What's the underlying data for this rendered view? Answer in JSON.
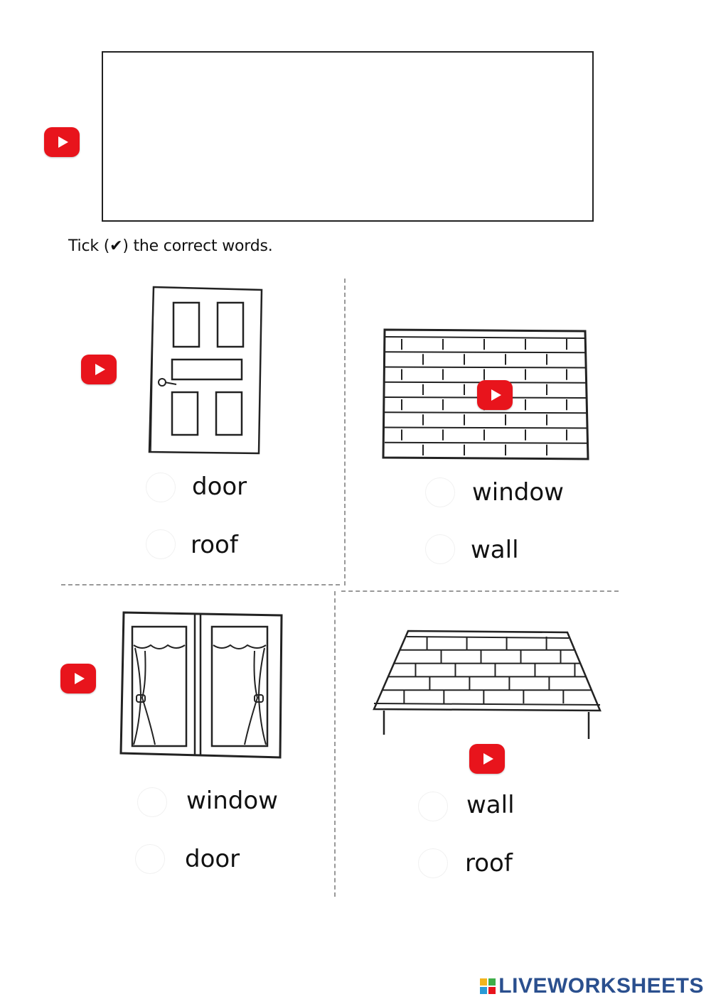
{
  "instruction": {
    "before": "Tick (",
    "mark": "✔",
    "after": ") the correct words."
  },
  "questions": [
    {
      "id": "door",
      "options": [
        "door",
        "roof"
      ]
    },
    {
      "id": "wall",
      "options": [
        "window",
        "wall"
      ]
    },
    {
      "id": "window",
      "options": [
        "window",
        "door"
      ]
    },
    {
      "id": "roof",
      "options": [
        "wall",
        "roof"
      ]
    }
  ],
  "footer": {
    "brand": "LIVEWORKSHEETS"
  },
  "colors": {
    "play_button": "#e8141c",
    "brand": "#2a4f8e"
  }
}
